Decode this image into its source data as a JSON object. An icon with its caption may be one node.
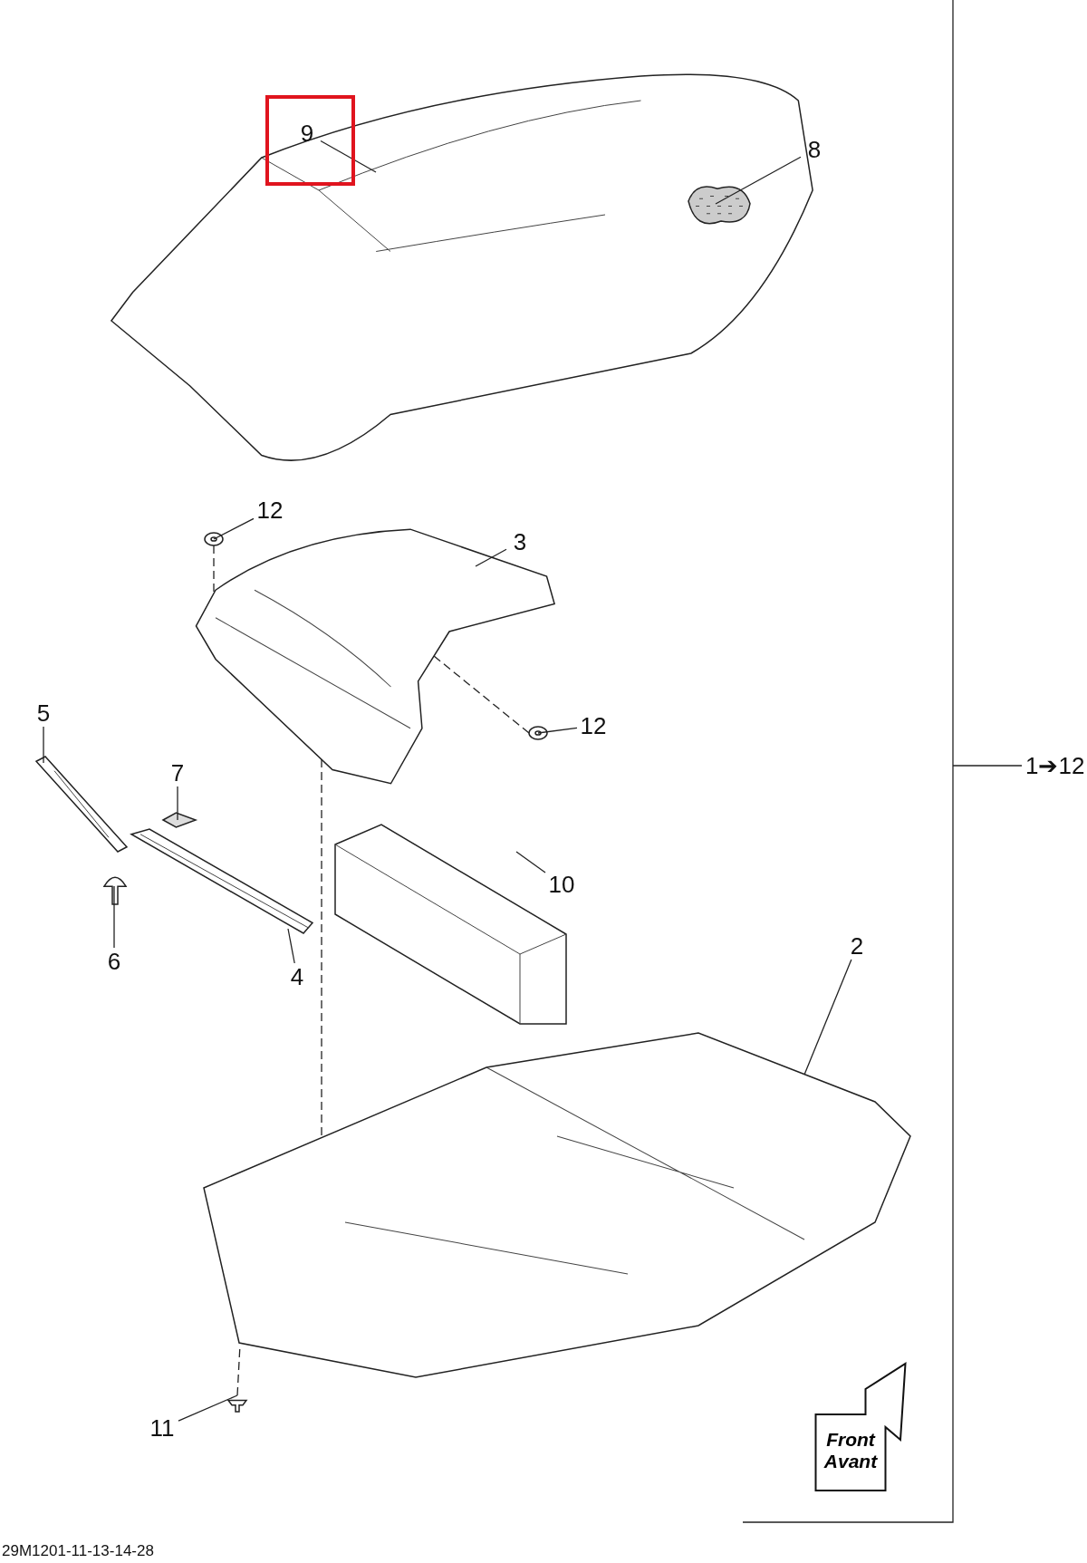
{
  "diagram": {
    "nodes": [
      {
        "text": [
          "9"
        ]
      },
      {
        "text": [],
        "shape": "picture"
      },
      {
        "text": [
          "8"
        ]
      },
      {
        "text": [],
        "shape": "picture",
        "in": 1
      },
      {
        "text": [
          "12"
        ]
      },
      {
        "text": [],
        "shape": "circle"
      },
      {
        "text": [
          "3"
        ]
      },
      {
        "text": [],
        "shape": "picture"
      },
      {
        "text": [
          "5"
        ]
      },
      {
        "text": [],
        "shape": "picture"
      },
      {
        "text": [
          "7"
        ]
      },
      {
        "text": [],
        "shape": "picture"
      },
      {
        "text": [
          "12"
        ]
      },
      {
        "text": [],
        "shape": "circle"
      },
      {
        "text": [
          "6"
        ]
      },
      {
        "text": [],
        "shape": "picture"
      },
      {
        "text": [
          "4"
        ]
      },
      {
        "text": [],
        "shape": "picture"
      },
      {
        "text": [
          "10"
        ]
      },
      {
        "text": [],
        "shape": "picture"
      },
      {
        "text": [
          "2"
        ]
      },
      {
        "text": [],
        "shape": "picture"
      },
      {
        "text": [
          "11"
        ]
      },
      {
        "text": [],
        "shape": "picture"
      },
      {
        "text": [
          "Front",
          "Avant"
        ]
      }
    ],
    "edges": [
      {
        "from": 0,
        "to": 1,
        "arrow": "none"
      },
      {
        "from": 2,
        "to": 3,
        "arrow": "none"
      },
      {
        "from": 4,
        "to": 5,
        "arrow": "none"
      },
      {
        "from": 6,
        "to": 7,
        "arrow": "none"
      },
      {
        "from": 8,
        "to": 9,
        "arrow": "none"
      },
      {
        "from": 10,
        "to": 11,
        "arrow": "none"
      },
      {
        "from": 12,
        "to": 13,
        "arrow": "none"
      },
      {
        "from": 14,
        "to": 15,
        "arrow": "none"
      },
      {
        "from": 16,
        "to": 17,
        "arrow": "none"
      },
      {
        "from": 18,
        "to": 19,
        "arrow": "none"
      },
      {
        "from": 20,
        "to": 21,
        "arrow": "none"
      },
      {
        "from": 22,
        "to": 23,
        "arrow": "none"
      },
      {
        "from": 5,
        "to": 7,
        "arrow": "none",
        "style": "dashed"
      },
      {
        "from": 13,
        "to": 7,
        "arrow": "none",
        "style": "dashed"
      },
      {
        "from": 7,
        "to": 21,
        "arrow": "none",
        "style": "dashed"
      },
      {
        "from": 23,
        "to": 21,
        "arrow": "none",
        "style": "dashed"
      }
    ],
    "labels": [
      "1➔12",
      "29M1201-11-13-14-28"
    ]
  }
}
